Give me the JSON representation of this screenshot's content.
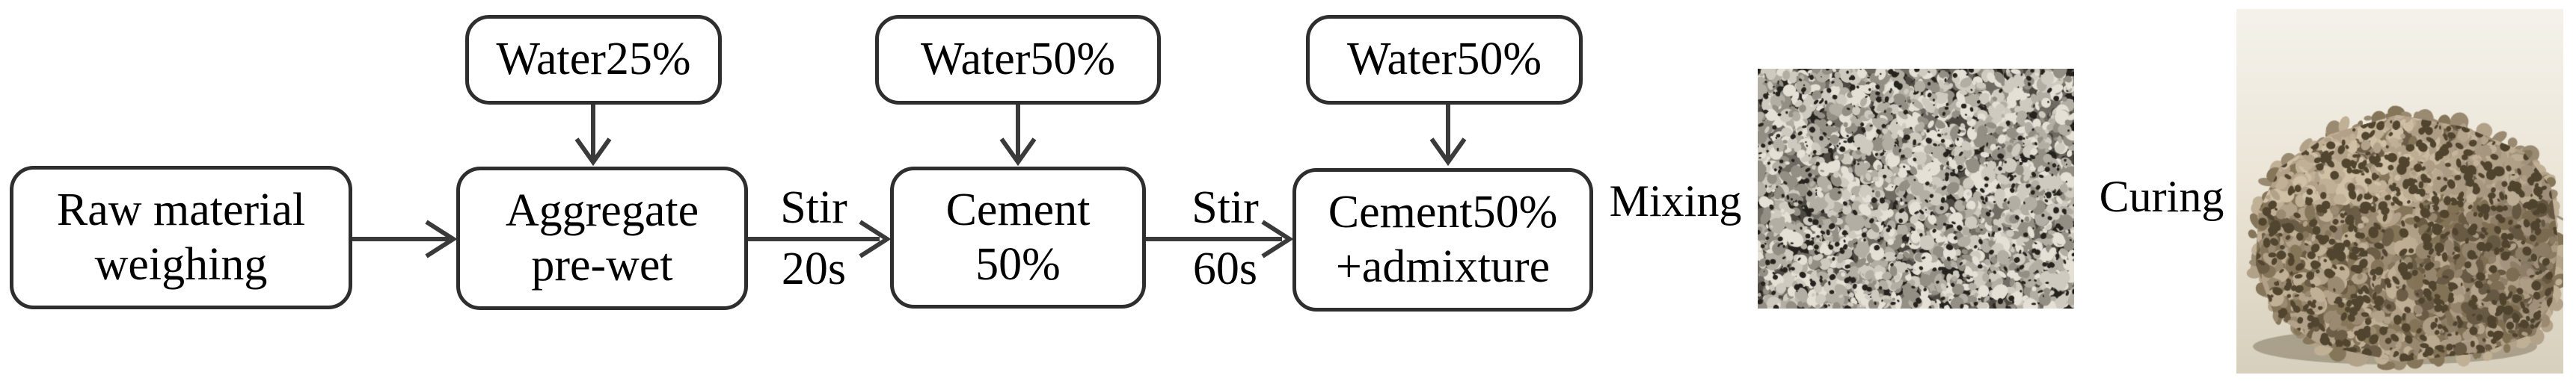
{
  "figure": {
    "background_color": "#ffffff",
    "line_color": "#3a3a3a",
    "text_color": "#000000"
  },
  "process_boxes": [
    {
      "label": "Raw material\nweighing"
    },
    {
      "label": "Aggregate\npre-wet"
    },
    {
      "label": "Cement\n50%"
    },
    {
      "label": "Cement50%\n+admixture"
    }
  ],
  "water_inputs": [
    {
      "label": "Water25%"
    },
    {
      "label": "Water50%"
    },
    {
      "label": "Water50%"
    }
  ],
  "transitions": [
    {
      "line1": "Stir",
      "line2": "20s"
    },
    {
      "line1": "Stir",
      "line2": "60s"
    }
  ],
  "stage_labels": {
    "mixing": "Mixing",
    "curing": "Curing"
  },
  "photos": {
    "mixing": {
      "base_color": "#6e6a62",
      "gray_palette": [
        "#26231f",
        "#4d4942",
        "#716c63",
        "#948f85",
        "#b3aea3",
        "#cfcabf",
        "#e4e0d6"
      ]
    },
    "curing": {
      "background_top_color": "#f5f2eb",
      "floor_color": "#d8d0bd",
      "shadow_color": "#9a9078",
      "stone_palette": [
        "#51452f",
        "#6b5d46",
        "#867659",
        "#9a8a72",
        "#b3a28a",
        "#c0b096",
        "#cfc0a6"
      ]
    }
  }
}
